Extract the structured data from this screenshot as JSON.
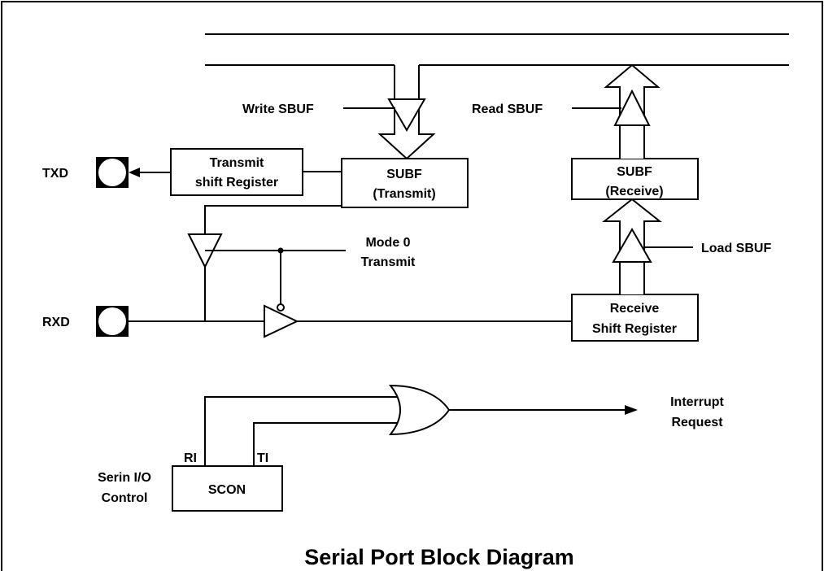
{
  "title": "Serial Port Block Diagram",
  "pins": {
    "txd": "TXD",
    "rxd": "RXD"
  },
  "blocks": {
    "transmit_shift_register": {
      "line1": "Transmit",
      "line2": "shift Register"
    },
    "sbuf_transmit": {
      "line1": "SUBF",
      "line2": "(Transmit)"
    },
    "sbuf_receive": {
      "line1": "SUBF",
      "line2": "(Receive)"
    },
    "receive_shift_register": {
      "line1": "Receive",
      "line2": "Shift Register"
    },
    "scon": {
      "label": "SCON"
    }
  },
  "signals": {
    "write_sbuf": "Write SBUF",
    "read_sbuf": "Read SBUF",
    "load_sbuf": "Load SBUF",
    "mode0_line1": "Mode 0",
    "mode0_line2": "Transmit",
    "interrupt_line1": "Interrupt",
    "interrupt_line2": "Request",
    "ri": "RI",
    "ti": "TI",
    "serin_line1": "Serin I/O",
    "serin_line2": "Control"
  }
}
